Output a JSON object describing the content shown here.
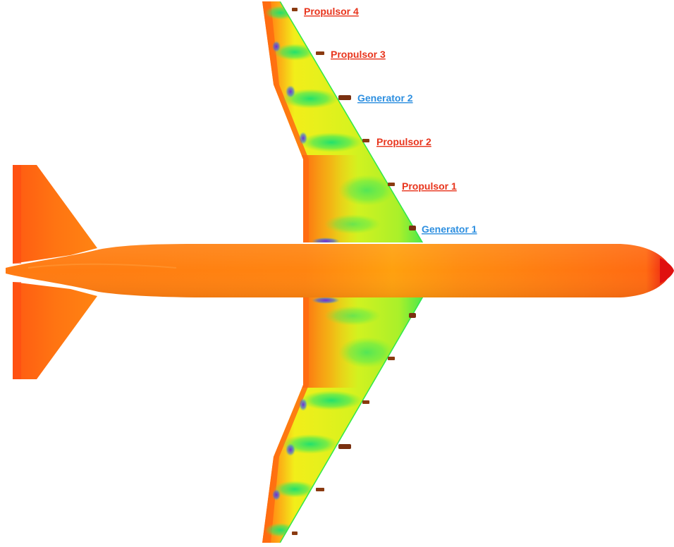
{
  "colors": {
    "propulsor_label": "#e8341c",
    "generator_label": "#2d8fe0",
    "fuselage": "#ff8a10",
    "nose_tip": "#e81010",
    "wing_base": "#e8f21a",
    "wing_hot": "#ff6a10",
    "wing_low": "#1ee868",
    "wing_min": "#7a2fe0",
    "nacelle": "#8a3a10"
  },
  "labels": {
    "propulsor_4": "Propulsor 4",
    "propulsor_3": "Propulsor 3",
    "generator_2": "Generator 2",
    "propulsor_2": "Propulsor 2",
    "propulsor_1": "Propulsor 1",
    "generator_1": "Generator 1"
  }
}
